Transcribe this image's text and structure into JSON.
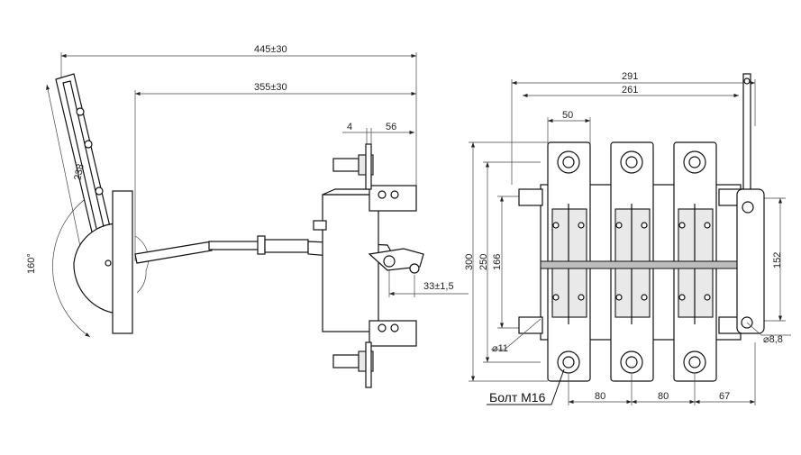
{
  "side_view": {
    "dim_overall": "445±30",
    "dim_to_shaft": "355±30",
    "dim_gap": "4",
    "dim_depth": "56",
    "dim_handle": "238",
    "dim_angle": "160°",
    "dim_offset": "33±1,5"
  },
  "front_view": {
    "dim_width_outer": "291",
    "dim_width_inner": "261",
    "dim_terminal": "50",
    "dim_height": "300",
    "dim_mount": "250",
    "dim_inner": "166",
    "dim_right": "152",
    "dim_hole": "⌀11",
    "dim_small_hole": "⌀8,8",
    "dim_pitch_1": "80",
    "dim_pitch_2": "80",
    "dim_side": "67",
    "bolt_label": "Болт М16"
  }
}
